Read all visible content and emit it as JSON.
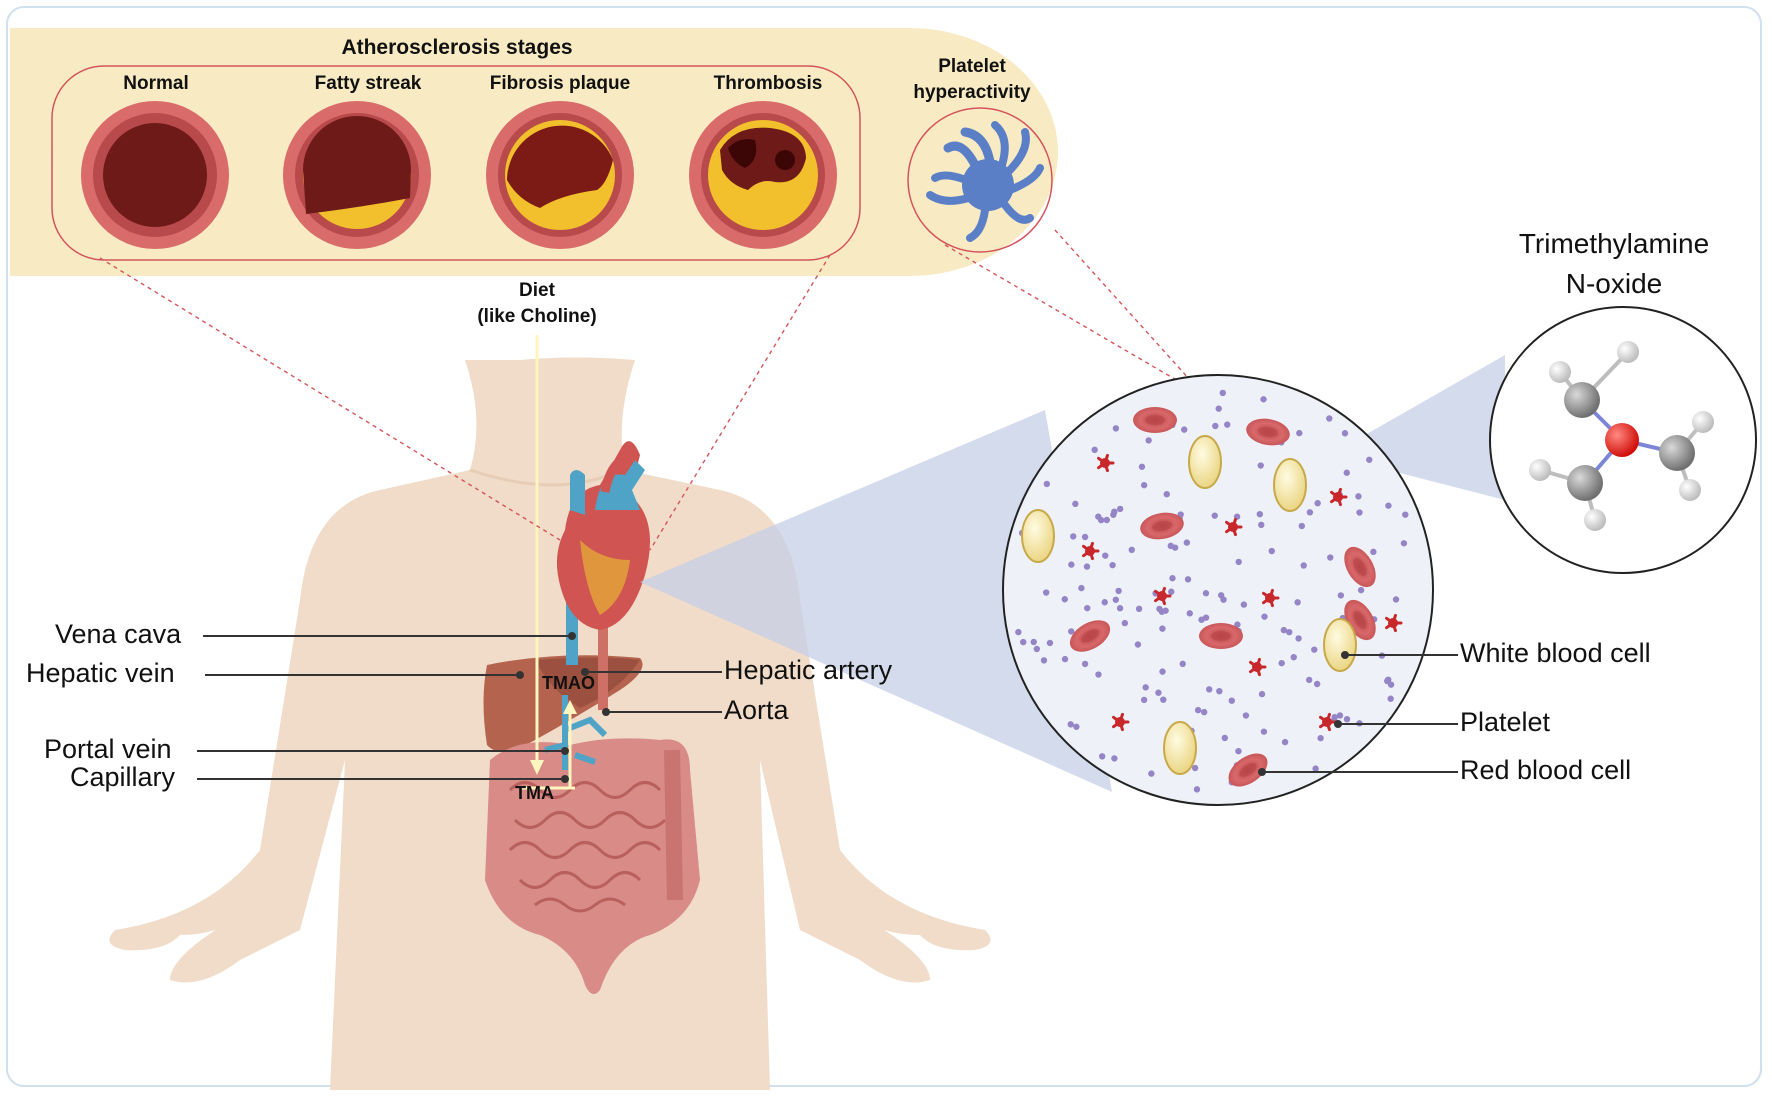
{
  "atherosclerosis": {
    "title": "Atherosclerosis stages",
    "stages": [
      "Normal",
      "Fatty streak",
      "Fibrosis plaque",
      "Thrombosis"
    ]
  },
  "platelet_box": {
    "line1": "Platelet",
    "line2": "hyperactivity"
  },
  "diet": {
    "line1": "Diet",
    "line2": "(like Choline)"
  },
  "body_markers": {
    "tmao": "TMAO",
    "tma": "TMA"
  },
  "left_labels": {
    "vena_cava": "Vena cava",
    "hepatic_vein": "Hepatic vein",
    "portal_vein": "Portal vein",
    "capillary": "Capillary"
  },
  "right_body_labels": {
    "hepatic_artery": "Hepatic artery",
    "aorta": "Aorta"
  },
  "blood_labels": {
    "white_blood_cell": "White blood cell",
    "platelet": "Platelet",
    "red_blood_cell": "Red blood cell"
  },
  "molecule": {
    "line1": "Trimethylamine",
    "line2": "N-oxide"
  },
  "colors": {
    "panel": "#f8ebc4",
    "vessel": "#c8575b",
    "lumen": "#6e1a18",
    "plaque": "#f1c02c",
    "skin": "#f0dcc9",
    "platelet_blue": "#5b7fc6",
    "zoom": "#c5cfe6",
    "rbc": "#d5595b",
    "wbc": "#f8eb9e"
  }
}
